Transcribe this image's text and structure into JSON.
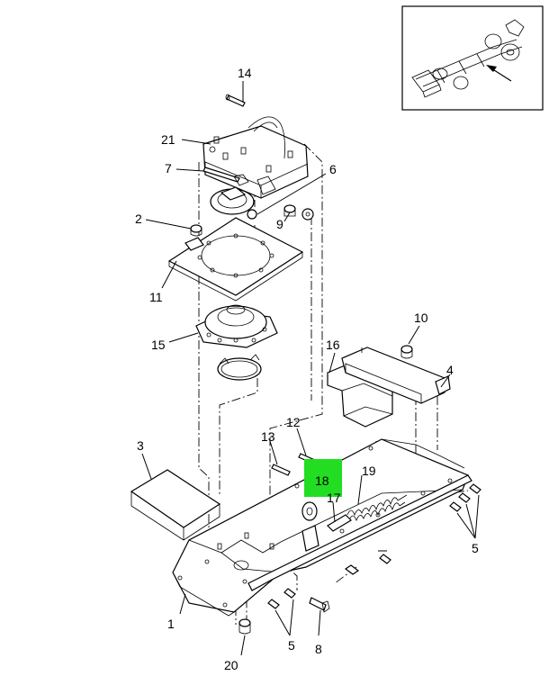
{
  "colors": {
    "highlight": "#22dd22",
    "line": "#000000",
    "background": "#ffffff"
  },
  "inset": {
    "arrow_icon": "arrow-left-up-icon"
  },
  "callouts": {
    "c14": "14",
    "c21": "21",
    "c7": "7",
    "c6": "6",
    "c9": "9",
    "c2": "2",
    "c11": "11",
    "c15": "15",
    "c10": "10",
    "c16": "16",
    "c4": "4",
    "c3": "3",
    "c12": "12",
    "c13": "13",
    "c18": "18",
    "c19": "19",
    "c17": "17",
    "c5a": "5",
    "c1": "1",
    "c5b": "5",
    "c8": "8",
    "c20": "20"
  }
}
